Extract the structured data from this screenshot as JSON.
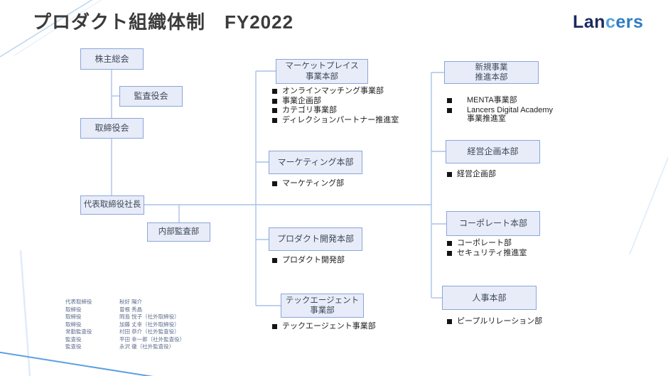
{
  "title": "プロダクト組織体制　FY2022",
  "logo": {
    "part1": "Lan",
    "part2": "c",
    "part3": "ers"
  },
  "colors": {
    "box_fill": "#e7ecf8",
    "box_border": "#8ba5db",
    "connector_line": "#a9c2e8",
    "decor_blue_line": "#5e9fe0",
    "logo_navy": "#1b2a5e",
    "logo_sky": "#54a4d9",
    "logo_blue": "#2d7cc3",
    "title_text": "#3b3b3b",
    "bullet_text": "#1e1e1e",
    "exec_text": "#5d6c8d"
  },
  "governance": {
    "shareholders": "株主総会",
    "audit_board": "監査役会",
    "board_of_directors": "取締役会",
    "president": "代表取締役社長",
    "internal_audit": "内部監査部"
  },
  "middle": [
    {
      "label": "マーケットプレイス\n事業本部",
      "bullets": [
        "オンラインマッチング事業部",
        "事業企画部",
        "カテゴリ事業部",
        "ディレクションパートナー推進室"
      ]
    },
    {
      "label": "マーケティング本部",
      "bullets": [
        "マーケティング部"
      ]
    },
    {
      "label": "プロダクト開発本部",
      "bullets": [
        "プロダクト開発部"
      ]
    },
    {
      "label": "テックエージェント\n事業部",
      "bullets": [
        "テックエージェント事業部"
      ]
    }
  ],
  "right": [
    {
      "label": "新規事業\n推進本部",
      "bullets": [
        "MENTA事業部",
        "Lancers Digital Academy\n事業推進室"
      ]
    },
    {
      "label": "経営企画本部",
      "bullets": [
        "経営企画部"
      ]
    },
    {
      "label": "コーポレート本部",
      "bullets": [
        "コーポレート部",
        "セキュリティ推進室"
      ]
    },
    {
      "label": "人事本部",
      "bullets": [
        "ピープルリレーション部"
      ]
    }
  ],
  "executives": [
    {
      "title": "代表取締役",
      "name": "秋好 陽介"
    },
    {
      "title": "取締役",
      "name": "曽根 秀晶"
    },
    {
      "title": "取締役",
      "name": "岡島 悦子（社外取締役）"
    },
    {
      "title": "取締役",
      "name": "加藤 丈幸（社外取締役）"
    },
    {
      "title": "常勤監査役",
      "name": "村田 恭介（社外監査役）"
    },
    {
      "title": "監査役",
      "name": "平田 幸一郎（社外監査役）"
    },
    {
      "title": "監査役",
      "name": "永沢 徹（社外監査役）"
    }
  ]
}
